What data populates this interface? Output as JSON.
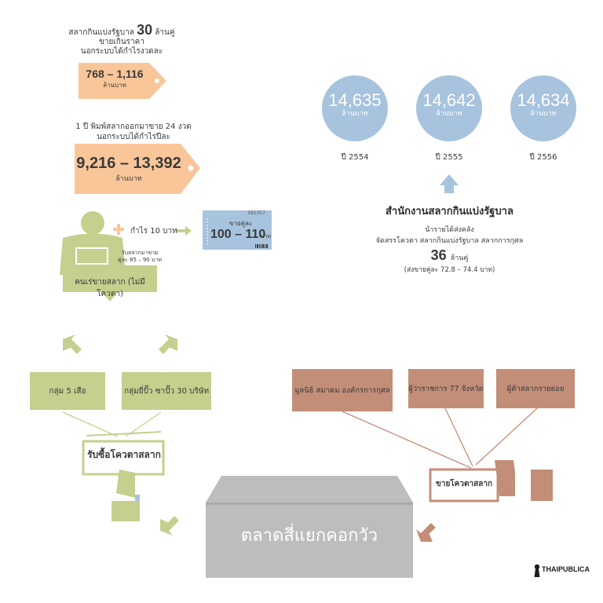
{
  "colors": {
    "orange": "#f9c69a",
    "blue": "#a7c3dd",
    "green": "#c5cf8e",
    "brown": "#c38e78",
    "gray": "#bdbdbd"
  },
  "top_note": {
    "line1_prefix": "สลากกินแบ่งรัฐบาล",
    "line1_num": "30",
    "line1_suffix": "ล้านคู่",
    "line2": "ขายเกินราคา",
    "line3": "นอกระบบได้กำไรงวดละ"
  },
  "tag1": {
    "value": "768 – 1,116",
    "unit": "ล้านบาท"
  },
  "annual_note": {
    "line1": "1 ปี พิมพ์สลากออกมาขาย 24 งวด",
    "line2": "นอกระบบได้กำไรปีละ"
  },
  "tag2": {
    "value": "9,216 – 13,392",
    "unit": "ล้านบาท"
  },
  "profit_label": "กำไร 10 บาท",
  "ticket": {
    "serial": "392357",
    "label": "ขายคู่ละ",
    "value": "100 – 110",
    "unit": "บาท"
  },
  "seller": {
    "buy_line1": "รับสลากมาขาย",
    "buy_line2": "คู่ละ 85 – 90 บาท",
    "label": "คนเร่ขายสลาก (ไม่มีโควตา)"
  },
  "bubbles": [
    {
      "value": "14,635",
      "unit": "ล้านบาท",
      "year": "ปี 2554"
    },
    {
      "value": "14,642",
      "unit": "ล้านบาท",
      "year": "ปี 2555"
    },
    {
      "value": "14,634",
      "unit": "ล้านบาท",
      "year": "ปี 2556"
    }
  ],
  "gov": {
    "title": "สำนักงานสลากกินแบ่งรัฐบาล",
    "line1": "นำรายได้ส่งคลัง",
    "line2": "จัดสรรโควตา สลากกินแบ่งรัฐบาล สลากการกุศล",
    "count_num": "36",
    "count_unit": "ล้านคู่",
    "price_note": "(ส่งขายคู่ละ 72.8 – 74.4 บาท)"
  },
  "groups": {
    "g1": "กลุ่ม 5 เสือ",
    "g2": "กลุ่มยี่ปั๊ว ซาปั๊ว 30 บริษัท"
  },
  "quota_buy": "รับซื้อโควตาสลาก",
  "quota_sell": "ขายโควตาสลาก",
  "brown_boxes": {
    "b1": "มูลนิธิ สมาคม องค์กรการกุศล",
    "b2": "ผู้ว่าราชการ 77 จังหวัด",
    "b3": "ผู้ค้าสลากรายย่อย"
  },
  "market": "ตลาดสี่แยกคอกวัว",
  "logo": "THAIPUBLICA"
}
